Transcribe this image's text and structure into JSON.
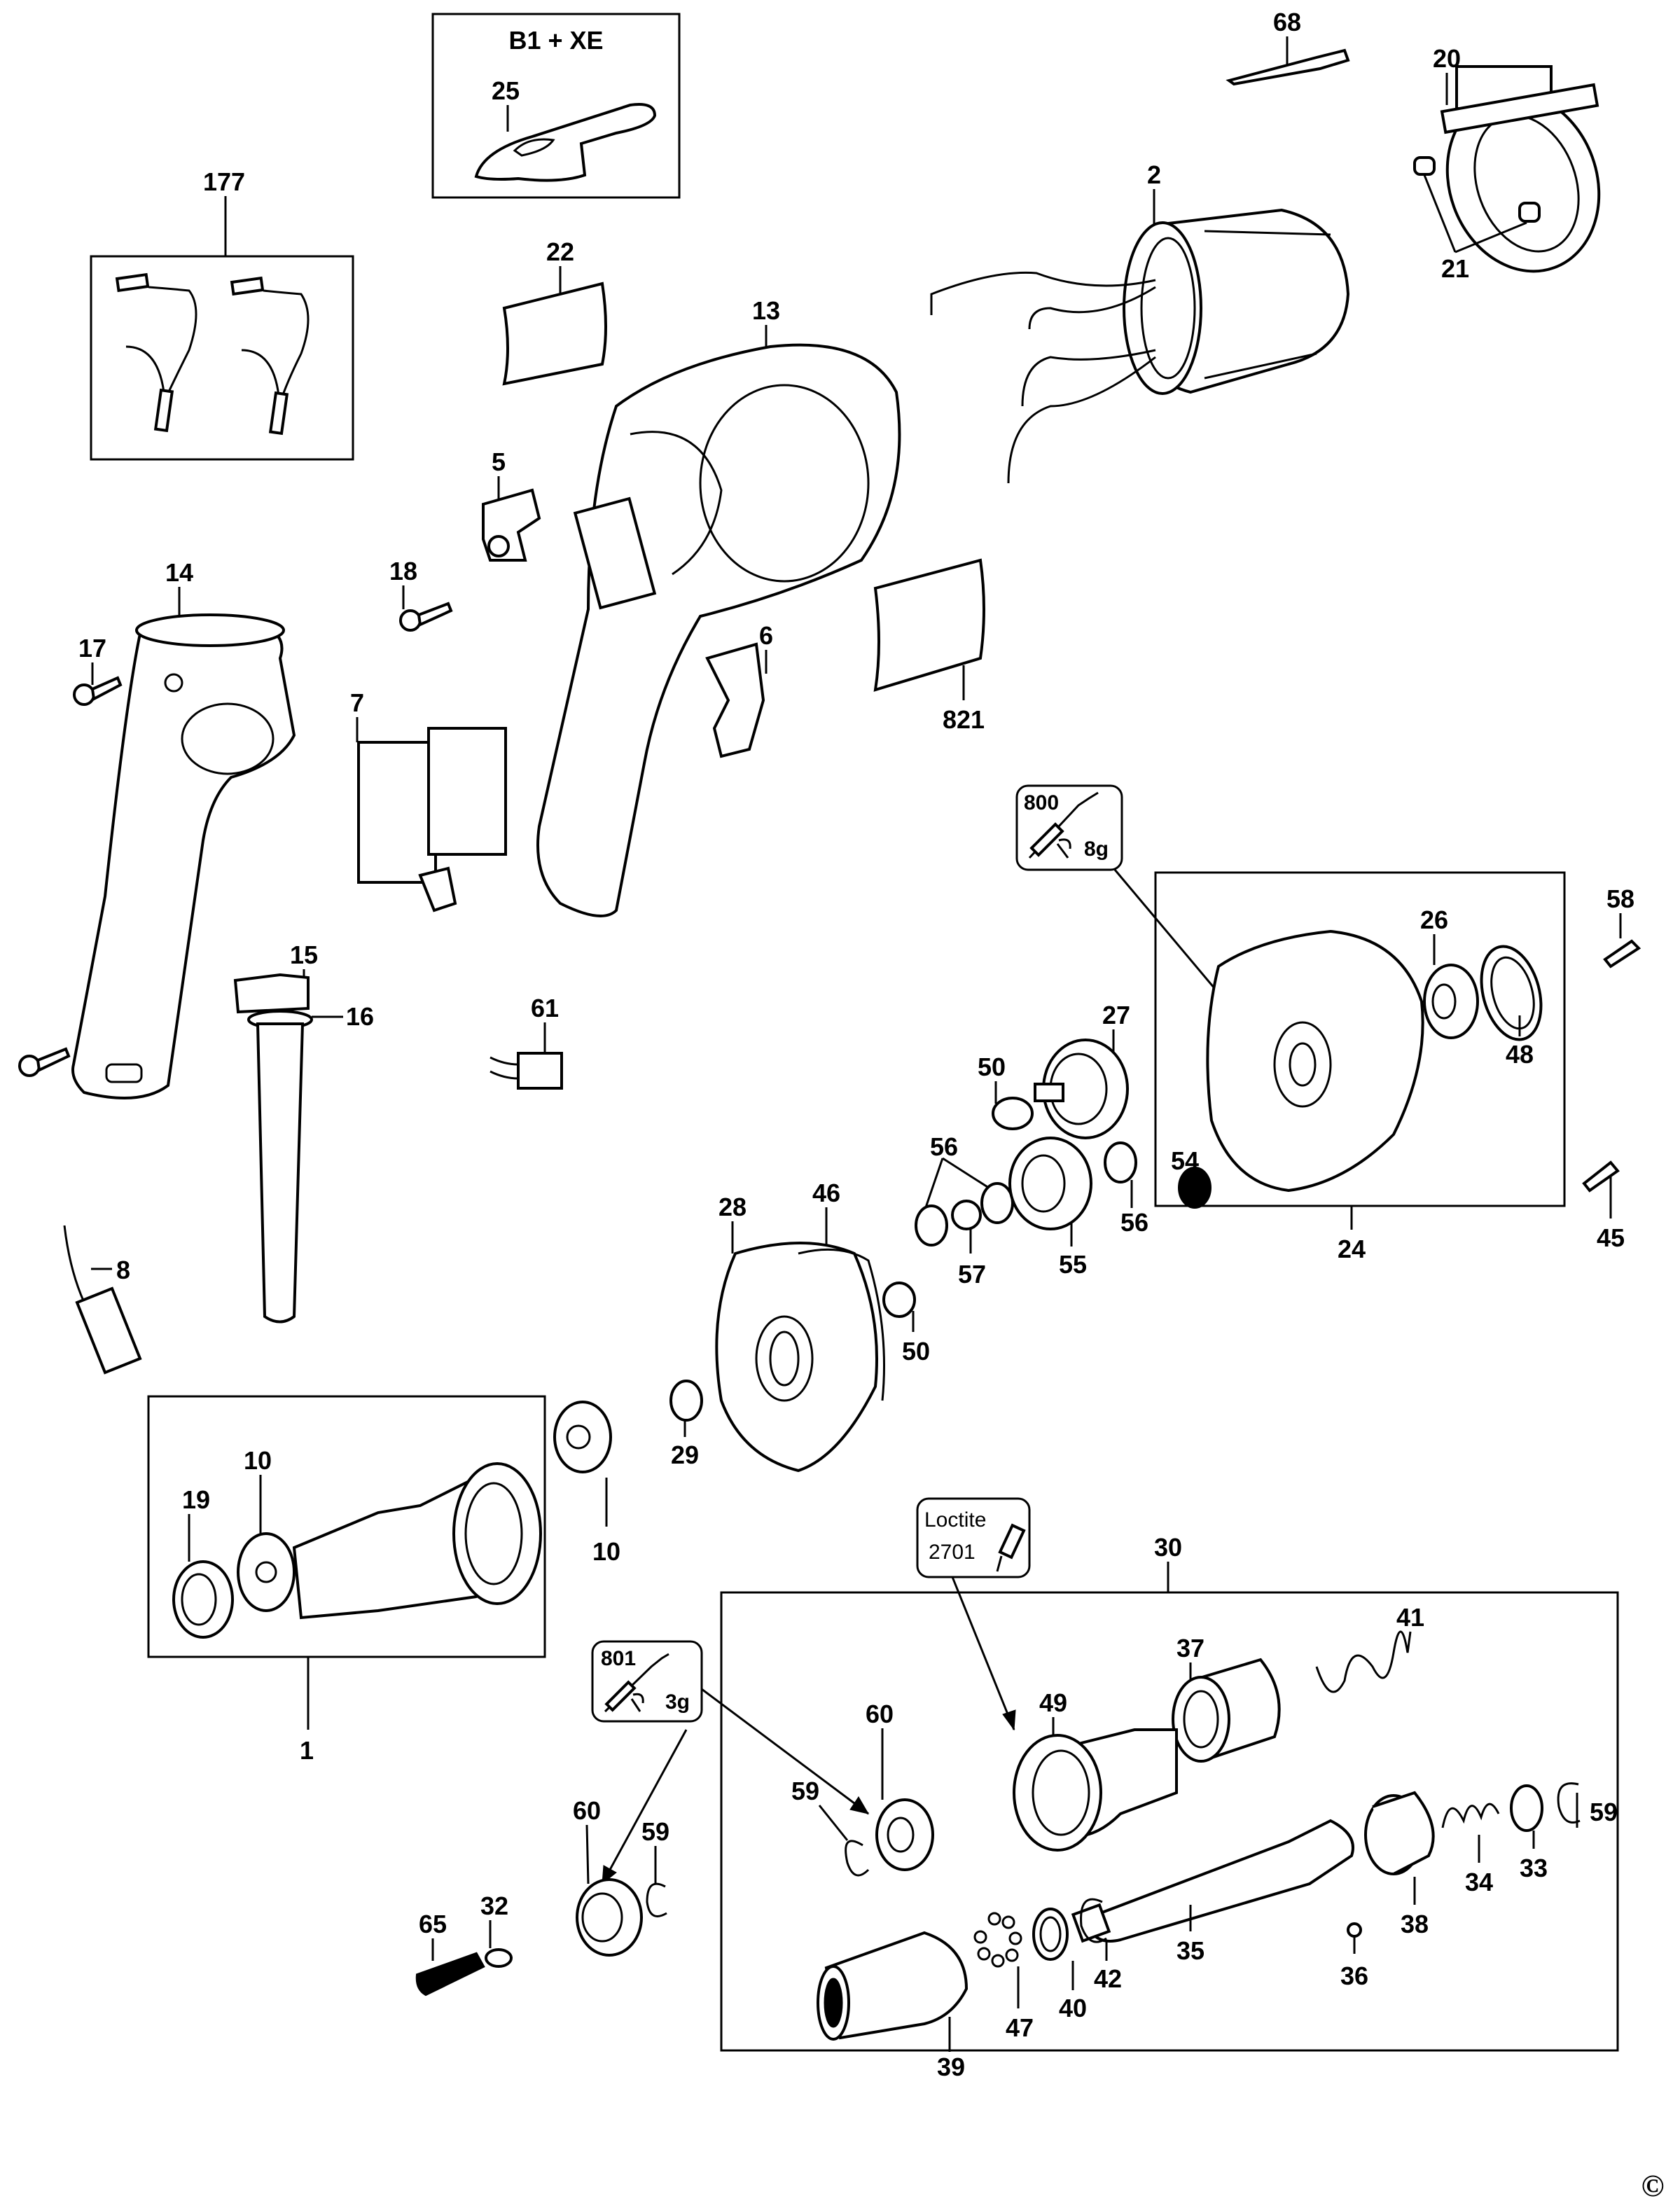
{
  "diagram": {
    "type": "exploded-parts-diagram",
    "copyright_symbol": "©",
    "callouts": {
      "variant_box": {
        "title": "B1 + XE",
        "part": "25"
      },
      "grease_800": {
        "code": "800",
        "amount": "8g",
        "icon": "grease-gun-icon"
      },
      "grease_801": {
        "code": "801",
        "amount": "3g",
        "icon": "grease-gun-icon"
      },
      "loctite": {
        "line1": "Loctite",
        "line2": "2701",
        "icon": "adhesive-bottle-icon"
      }
    },
    "groups": [
      {
        "label": "177",
        "contents": "carbon brush pair"
      },
      {
        "label": "1",
        "contents": [
          "19",
          "10"
        ]
      },
      {
        "label": "24",
        "contents": [
          "54",
          "26",
          "48"
        ]
      },
      {
        "label": "30",
        "contents": [
          "59",
          "60",
          "49",
          "37",
          "41",
          "38",
          "34",
          "33",
          "59",
          "35",
          "36",
          "39",
          "47",
          "40",
          "42"
        ]
      }
    ],
    "part_labels": [
      "B1 + XE",
      "25",
      "68",
      "20",
      "21",
      "2",
      "177",
      "22",
      "13",
      "5",
      "18",
      "14",
      "17",
      "7",
      "6",
      "821",
      "800",
      "26",
      "58",
      "48",
      "15",
      "16",
      "61",
      "27",
      "50",
      "54",
      "45",
      "56",
      "56",
      "57",
      "55",
      "24",
      "28",
      "46",
      "8",
      "50",
      "29",
      "19",
      "10",
      "10",
      "1",
      "Loctite",
      "30",
      "41",
      "37",
      "49",
      "801",
      "60",
      "59",
      "60",
      "59",
      "65",
      "32",
      "33",
      "59",
      "34",
      "38",
      "35",
      "36",
      "42",
      "40",
      "47",
      "39"
    ],
    "labels": {
      "p25": "25",
      "p68": "68",
      "p20": "20",
      "p21": "21",
      "p2": "2",
      "p177": "177",
      "p22": "22",
      "p13": "13",
      "p5": "5",
      "p18": "18",
      "p14": "14",
      "p17": "17",
      "p7": "7",
      "p6": "6",
      "p821": "821",
      "p26": "26",
      "p58": "58",
      "p48": "48",
      "p15": "15",
      "p16": "16",
      "p61": "61",
      "p27": "27",
      "p50a": "50",
      "p54": "54",
      "p45": "45",
      "p56a": "56",
      "p56b": "56",
      "p57": "57",
      "p55": "55",
      "p24": "24",
      "p28": "28",
      "p46": "46",
      "p8": "8",
      "p50b": "50",
      "p29": "29",
      "p19": "19",
      "p10a": "10",
      "p10b": "10",
      "p1": "1",
      "p30": "30",
      "p41": "41",
      "p37": "37",
      "p49": "49",
      "p60a": "60",
      "p59a": "59",
      "p60b": "60",
      "p59b": "59",
      "p65": "65",
      "p32": "32",
      "p33": "33",
      "p59c": "59",
      "p34": "34",
      "p38": "38",
      "p35": "35",
      "p36": "36",
      "p42": "42",
      "p40": "40",
      "p47": "47",
      "p39": "39"
    }
  }
}
